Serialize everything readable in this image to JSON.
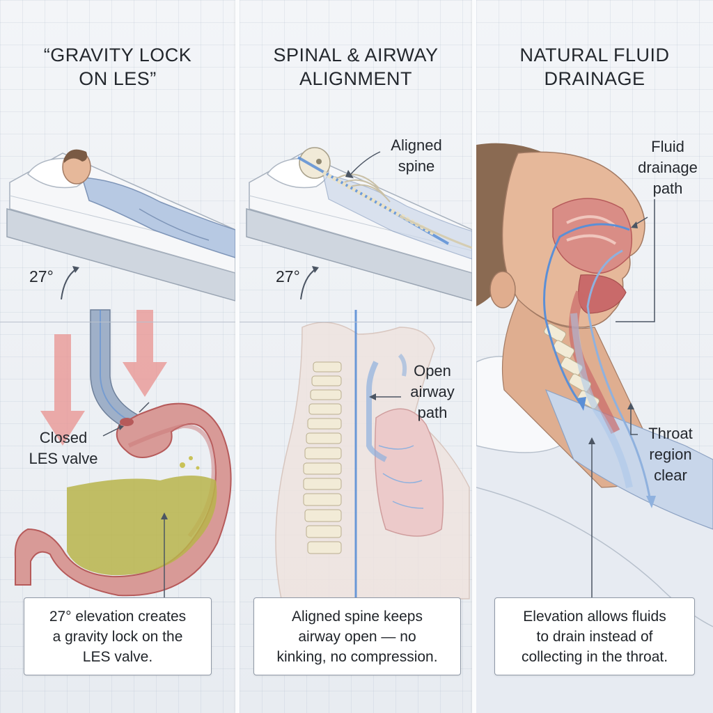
{
  "panels": [
    {
      "title_lines": [
        "“GRAVITY LOCK",
        "ON LES”"
      ],
      "angle": "27°",
      "label_lines": [
        "Closed",
        "LES valve"
      ],
      "caption_lines": [
        "27° elevation creates",
        "a gravity lock on the",
        "LES valve."
      ]
    },
    {
      "title_lines": [
        "SPINAL & AIRWAY",
        "ALIGNMENT"
      ],
      "angle": "27°",
      "spine_label_lines": [
        "Aligned",
        "spine"
      ],
      "airway_label_lines": [
        "Open",
        "airway",
        "path"
      ],
      "caption_lines": [
        "Aligned spine keeps",
        "airway open — no",
        "kinking, no compression."
      ]
    },
    {
      "title_lines": [
        "NATURAL FLUID",
        "DRAINAGE"
      ],
      "drainage_label_lines": [
        "Fluid",
        "drainage",
        "path"
      ],
      "throat_label_lines": [
        "Throat",
        "region",
        "clear"
      ],
      "caption_lines": [
        "Elevation allows fluids",
        "to drain instead of",
        "collecting in the throat."
      ]
    }
  ],
  "colors": {
    "arrow_red": "#e8928f",
    "stomach": "#c96a6a",
    "fluid": "#b9b44a",
    "airway_blue": "#5b8fd6",
    "skin": "#e6b89a",
    "pajama": "#b7c9e3"
  }
}
